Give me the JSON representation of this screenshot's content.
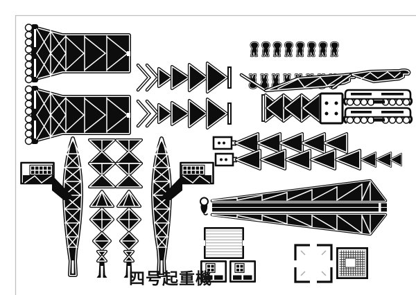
{
  "sheet": {
    "caption": "四号起重機",
    "colors": {
      "paper": "#ffffff",
      "ink": "#0d0d0d",
      "page_border": "#bfbfbf",
      "louver_line": "#a8a8a8",
      "mesh_line": "#2e2e2e"
    },
    "parts": [
      {
        "name": "mast-section-with-rollers",
        "count": 2
      },
      {
        "name": "chevron-truss-strip",
        "count": 2
      },
      {
        "name": "small-bracket",
        "count": 16
      },
      {
        "name": "jib-arm-with-strut",
        "count": 2
      },
      {
        "name": "bowtie-truss-strip-with-plate",
        "count": 1
      },
      {
        "name": "wheeled-carriage",
        "count": 2
      },
      {
        "name": "triangle-truss-strip-with-plate",
        "count": 2
      },
      {
        "name": "tower-profile-with-cab",
        "count": 2
      },
      {
        "name": "diamond-truss-column",
        "count": 2
      },
      {
        "name": "crane-hook",
        "count": 1
      },
      {
        "name": "boom-truss-half",
        "count": 2
      },
      {
        "name": "louvered-panel",
        "count": 1
      },
      {
        "name": "window-panel",
        "count": 2
      },
      {
        "name": "corner-tab-frame",
        "count": 1
      },
      {
        "name": "mesh-grating",
        "count": 1
      }
    ]
  }
}
